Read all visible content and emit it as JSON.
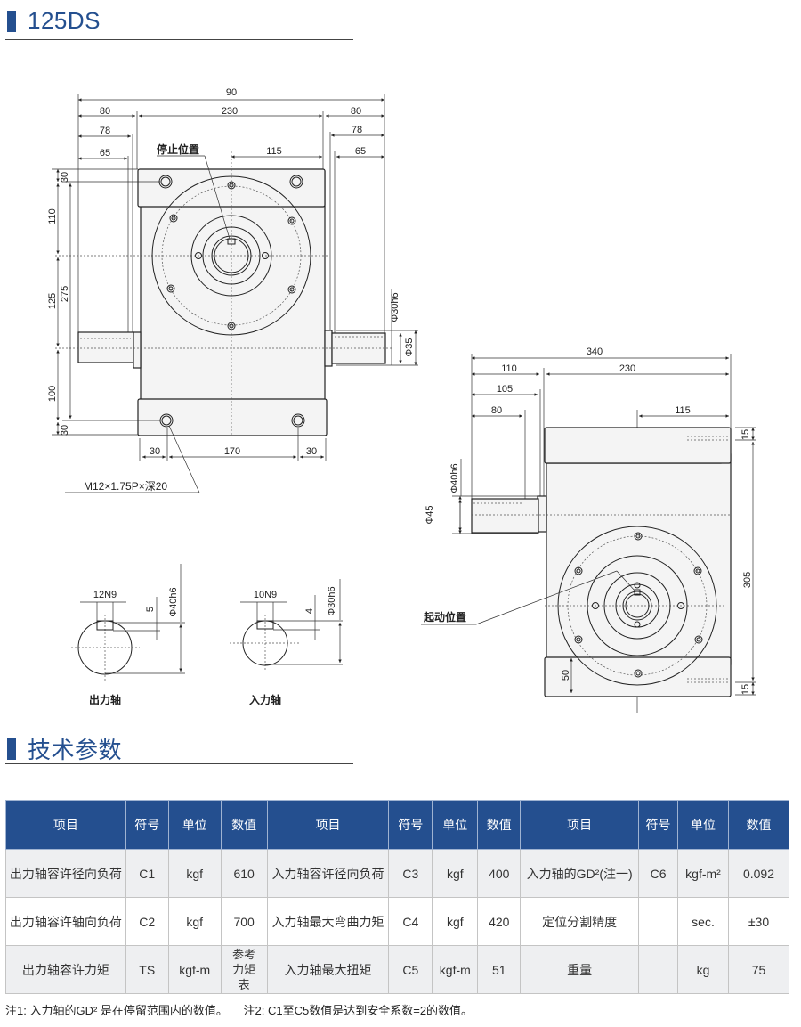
{
  "model_section": {
    "title": "125DS"
  },
  "params_section": {
    "title": "技术参数"
  },
  "colors": {
    "accent": "#244f8f",
    "row_alt": "#eeeff1"
  },
  "front_view": {
    "dims_top": {
      "total": "90",
      "left_80": "80",
      "center_230": "230",
      "right_80": "80",
      "left_78": "78",
      "right_78": "78",
      "left_65": "65",
      "center_115": "115",
      "right_65": "65"
    },
    "dims_left": {
      "d30_top": "30",
      "d110": "110",
      "d125": "125",
      "d275": "275",
      "d100": "100",
      "d30_bottom": "30"
    },
    "dims_bottom": {
      "d30_left": "30",
      "d170": "170",
      "d30_right": "30"
    },
    "dims_right": {
      "shaft_dia": "Φ30h6",
      "flange_dia": "Φ35"
    },
    "stop_label": "停止位置",
    "thread_label": "M12×1.75P×深20"
  },
  "side_view": {
    "dims_top": {
      "d340": "340",
      "d110": "110",
      "d230": "230",
      "d105": "105",
      "d80": "80",
      "d115": "115"
    },
    "dims_left": {
      "shaft_dia": "Φ40h6",
      "flange_dia": "Φ45"
    },
    "dims_right": {
      "d15_top": "15",
      "d305": "305",
      "d15_bottom": "15"
    },
    "dim_50": "50",
    "start_label": "起动位置"
  },
  "shaft_sections": [
    {
      "key_width": "12N9",
      "key_depth": "5",
      "diameter": "Φ40h6",
      "label": "出力轴"
    },
    {
      "key_width": "10N9",
      "key_depth": "4",
      "diameter": "Φ30h6",
      "label": "入力轴"
    }
  ],
  "spec_table": {
    "headers": [
      "项目",
      "符号",
      "单位",
      "数值",
      "项目",
      "符号",
      "单位",
      "数值",
      "项目",
      "符号",
      "单位",
      "数值"
    ],
    "rows": [
      [
        "出力轴容许径向负荷",
        "C1",
        "kgf",
        "610",
        "入力轴容许径向负荷",
        "C3",
        "kgf",
        "400",
        "入力轴的GD²(注一)",
        "C6",
        "kgf-m²",
        "0.092"
      ],
      [
        "出力轴容许轴向负荷",
        "C2",
        "kgf",
        "700",
        "入力轴最大弯曲力矩",
        "C4",
        "kgf",
        "420",
        "定位分割精度",
        "",
        "sec.",
        "±30"
      ],
      [
        "出力轴容许力矩",
        "TS",
        "kgf-m",
        "参考力矩表",
        "入力轴最大扭矩",
        "C5",
        "kgf-m",
        "51",
        "重量",
        "",
        "kg",
        "75"
      ]
    ]
  },
  "notes": [
    "注1: 入力轴的GD² 是在停留范围内的数值。",
    "注2: C1至C5数值是达到安全系数=2的数值。"
  ]
}
